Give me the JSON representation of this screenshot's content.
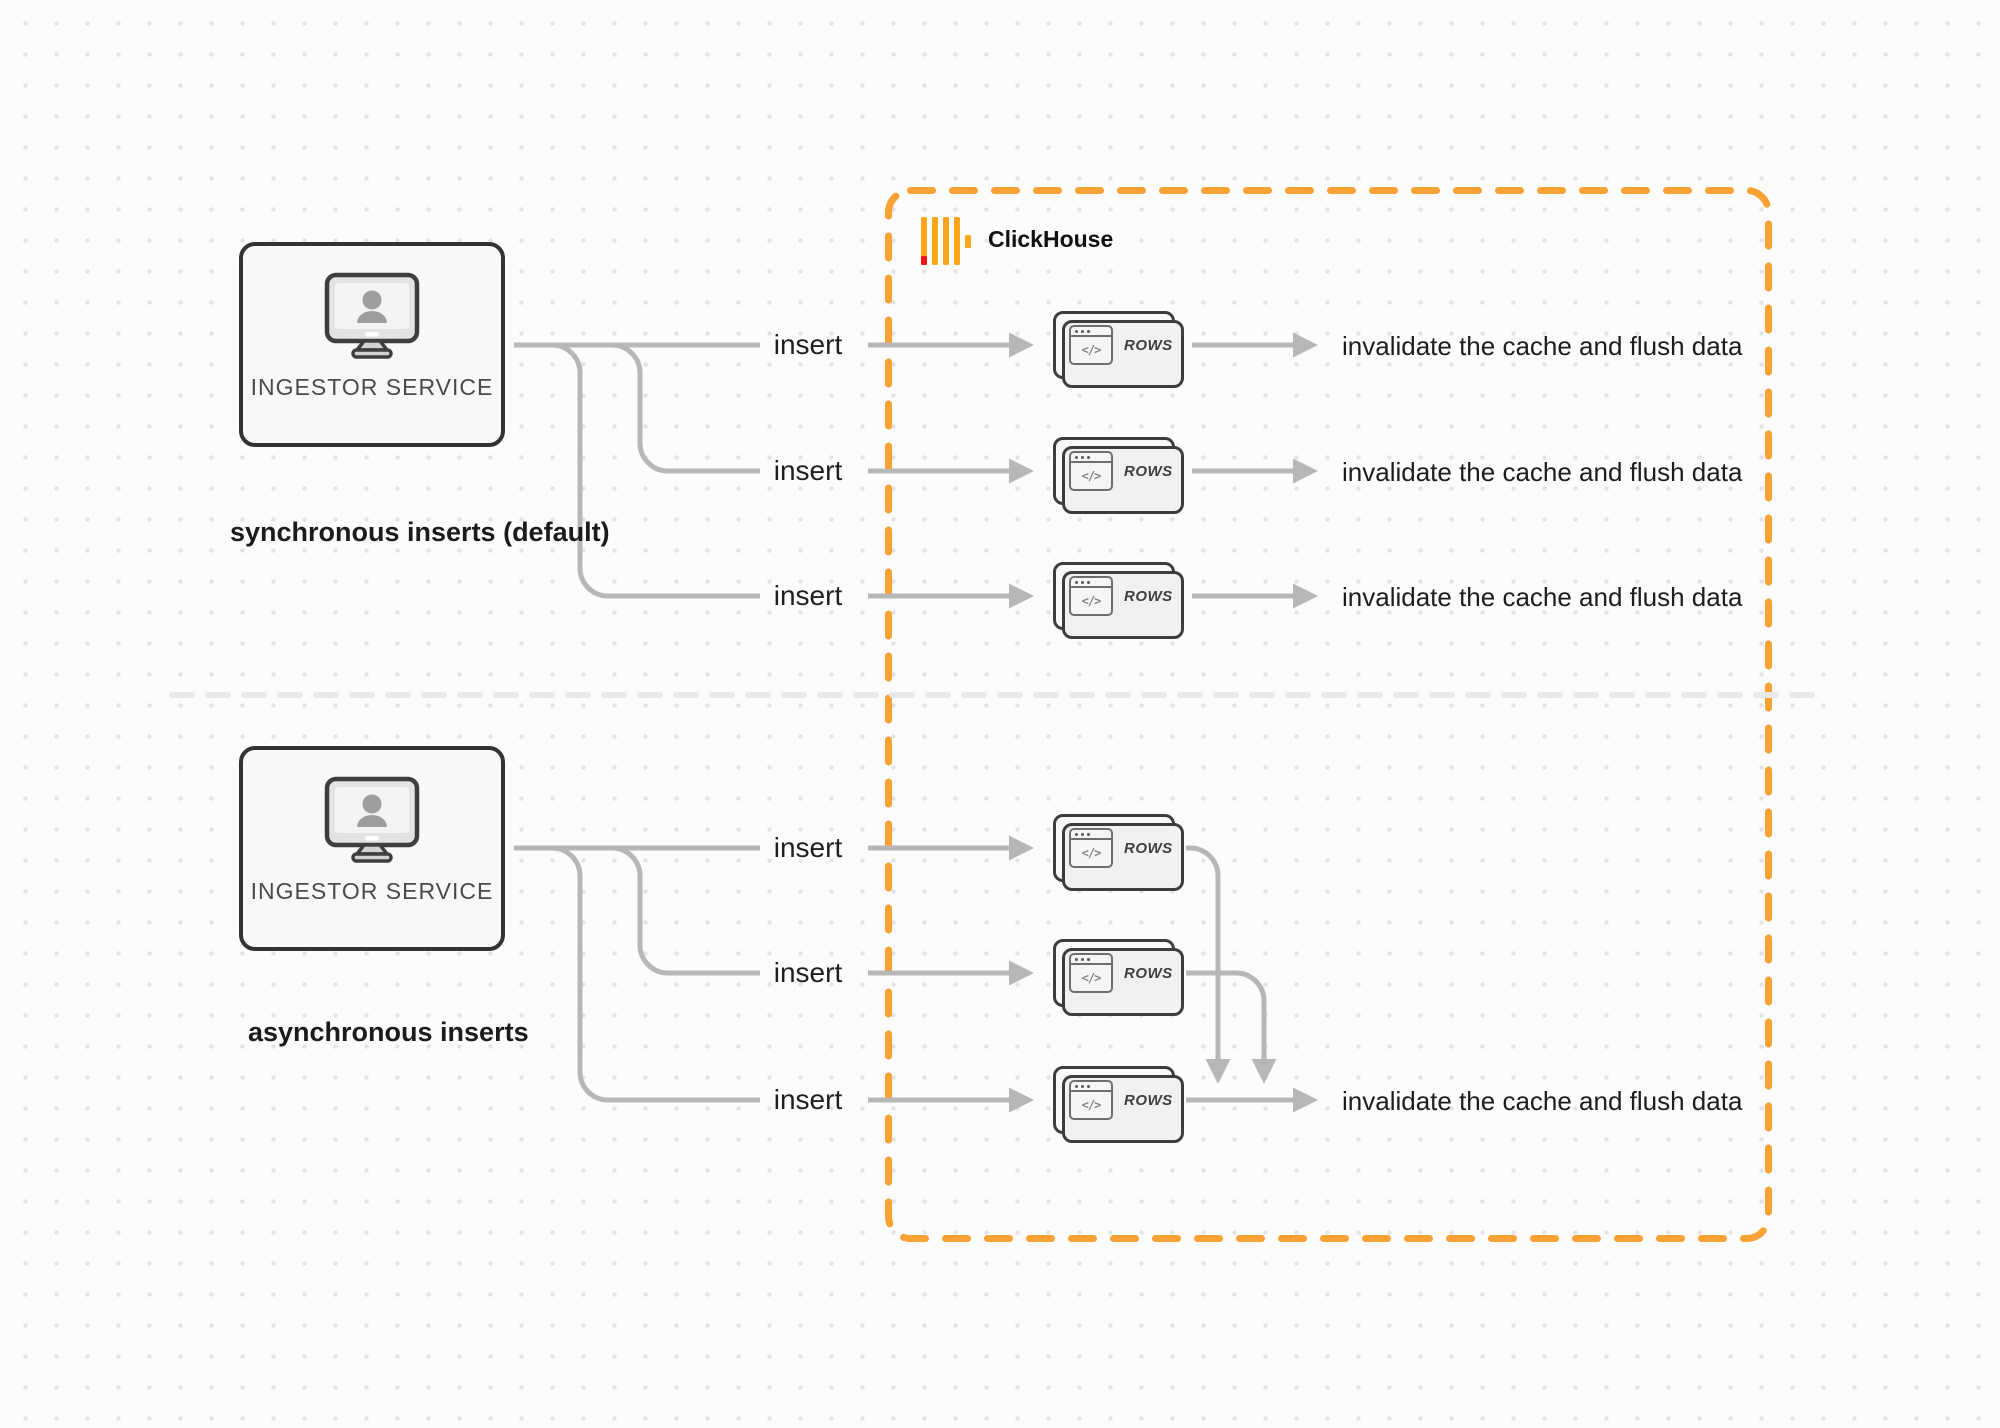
{
  "clickhouse_box": {
    "title": "ClickHouse"
  },
  "icons": {
    "ingestor_icon": "monitor-user-icon",
    "card_icon": "code-window-icon",
    "logo_icon": "clickhouse-bars-icon",
    "code_glyph": "</>"
  },
  "colors": {
    "accent_orange": "#F9A132",
    "logo_red": "#F01116",
    "connector_gray": "#B7B7B7",
    "box_border": "#333333",
    "divider_gray": "#E8E8E8"
  },
  "sync": {
    "ingestor_label": "INGESTOR SERVICE",
    "caption": "synchronous inserts (default)",
    "rows": [
      {
        "insert_label": "insert",
        "card_label": "ROWS",
        "result_label": "invalidate the cache and flush data"
      },
      {
        "insert_label": "insert",
        "card_label": "ROWS",
        "result_label": "invalidate the cache and flush data"
      },
      {
        "insert_label": "insert",
        "card_label": "ROWS",
        "result_label": "invalidate the cache and flush data"
      }
    ]
  },
  "async": {
    "ingestor_label": "INGESTOR SERVICE",
    "caption": "asynchronous inserts",
    "rows": [
      {
        "insert_label": "insert",
        "card_label": "ROWS"
      },
      {
        "insert_label": "insert",
        "card_label": "ROWS"
      },
      {
        "insert_label": "insert",
        "card_label": "ROWS"
      }
    ],
    "result_label": "invalidate the cache and flush data"
  }
}
